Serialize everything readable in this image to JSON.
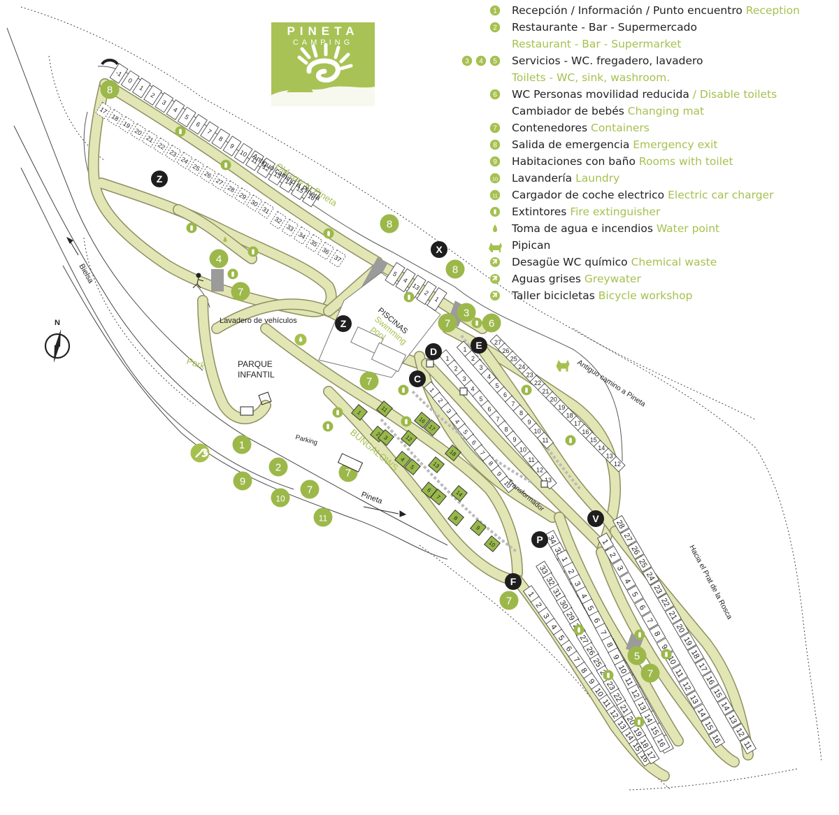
{
  "colors": {
    "accent": "#a6c050",
    "road_fill": "#e2e6b4",
    "road_edge": "#8f8f62",
    "marker_dark": "#1e1e1e",
    "marker_green": "#9cb84a",
    "bungalow": "#98b84a"
  },
  "logo": {
    "word_top": "PINETA",
    "word_bottom": "CAMPING"
  },
  "legend": [
    {
      "badge": "1",
      "es": "Recepción / Información / Punto encuentro",
      "en": "Reception"
    },
    {
      "badge": "2",
      "es": "Restaurante - Bar - Supermercado",
      "en": "Restaurant - Bar - Supermarket"
    },
    {
      "badge": "3 4 5",
      "es": "Servicios - WC. fregadero, lavadero",
      "en": "Toilets - WC, sink, washroom."
    },
    {
      "badge": "6",
      "es": "WC Personas movilidad reducida",
      "en": "/ Disable toilets",
      "es2": "Cambiador de bebés",
      "en2": "Changing mat"
    },
    {
      "badge": "7",
      "es": "Contenedores",
      "en": "Containers"
    },
    {
      "badge": "8",
      "es": "Salida de emergencia",
      "en": "Emergency exit"
    },
    {
      "badge": "9",
      "es": "Habitaciones con baño",
      "en": "Rooms with toilet"
    },
    {
      "badge": "10",
      "es": "Lavandería",
      "en": "Laundry"
    },
    {
      "badge": "11",
      "es": "Cargador de coche electrico",
      "en": "Electric car charger"
    },
    {
      "icon": "fire-extinguisher-icon",
      "es": "Extintores",
      "en": "Fire extinguisher"
    },
    {
      "icon": "water-drop-icon",
      "es": "Toma de agua e incendios",
      "en": "Water point"
    },
    {
      "icon": "dog-icon",
      "es": "Pipican",
      "en": ""
    },
    {
      "icon": "chemical-waste-icon",
      "es": "Desagüe WC químico",
      "en": "Chemical waste"
    },
    {
      "icon": "greywater-icon",
      "es": "Aguas grises",
      "en": "Greywater"
    },
    {
      "icon": "wrench-icon",
      "es": "Taller bicicletas",
      "en": "Bicycle workshop"
    }
  ],
  "labels": {
    "old_way_en": "Old way to Pineta",
    "old_way_es": "Antiguo camino a Pineta",
    "old_way_es_2": "Antiguo camino a Pineta",
    "piscinas": "PISCINAS",
    "swimming": "Swimming",
    "pool": "pool",
    "lavadero": "Lavadero de vehículos",
    "park": "Park",
    "parque": "PARQUE",
    "infantil": "INFANTIL",
    "parking": "Parking",
    "bungalows": "BUNGALOWS",
    "transformador": "Transformador",
    "pineta_road": "Pineta",
    "bielsa": "Bielsa",
    "hacia": "Hacia el Prat de la Rosca",
    "north": "N"
  },
  "zone_markers": [
    "Z",
    "Z",
    "X",
    "D",
    "E",
    "C",
    "V",
    "P",
    "F"
  ],
  "facility_badges": [
    "8",
    "8",
    "8",
    "4",
    "7",
    "3",
    "6",
    "7",
    "7",
    "7",
    "1",
    "9",
    "2",
    "10",
    "7",
    "11",
    "7",
    "5",
    "7"
  ],
  "pitches": {
    "row_a": [
      "-1",
      "0",
      "1",
      "2",
      "3",
      "4",
      "5",
      "6",
      "7",
      "8",
      "9",
      "10",
      "11",
      "12",
      "13",
      "14",
      "15",
      "16"
    ],
    "row_b": [
      "17",
      "18",
      "19",
      "20",
      "21",
      "22",
      "23",
      "24",
      "25",
      "26",
      "27",
      "28",
      "29",
      "30",
      "31"
    ],
    "row_c": [
      "32",
      "33",
      "34",
      "35",
      "36",
      "37"
    ],
    "pool_block": [
      "5",
      "4",
      "13",
      "2",
      "1"
    ],
    "row_e_outer": [
      "27",
      "26",
      "25",
      "24",
      "23",
      "22",
      "21",
      "20",
      "19",
      "18",
      "17",
      "16",
      "15",
      "14",
      "13",
      "12"
    ],
    "row_e_inner": [
      "1",
      "2",
      "3",
      "4",
      "5",
      "6",
      "7",
      "8",
      "9",
      "10",
      "11"
    ],
    "row_d": [
      "1",
      "2",
      "3",
      "4",
      "5",
      "6",
      "7",
      "8",
      "9",
      "10",
      "11",
      "12",
      "13"
    ],
    "row_c2": [
      "1",
      "2",
      "3",
      "4",
      "5",
      "6",
      "7",
      "8",
      "9",
      "10"
    ],
    "bungalows": [
      "1",
      "11",
      "2",
      "3",
      "12",
      "16",
      "17",
      "4",
      "5",
      "13",
      "18",
      "6",
      "7",
      "14",
      "8",
      "9",
      "10"
    ],
    "row_v_left": [
      "34",
      "33",
      "32",
      "31",
      "30",
      "29",
      "28",
      "27",
      "26",
      "25",
      "24",
      "23",
      "22",
      "21",
      "20",
      "19",
      "18",
      "17"
    ],
    "row_v_mid": [
      "1",
      "2",
      "3",
      "4",
      "5",
      "6",
      "7",
      "8",
      "9",
      "10",
      "11",
      "12",
      "13",
      "14",
      "15",
      "16"
    ],
    "row_v_right": [
      "28",
      "27",
      "26",
      "25",
      "24",
      "23",
      "22",
      "21",
      "20",
      "19",
      "18",
      "17",
      "16",
      "15",
      "14",
      "13",
      "12",
      "11"
    ],
    "row_v_inner": [
      "1",
      "2",
      "3",
      "4",
      "5",
      "6",
      "7",
      "8",
      "9",
      "10",
      "11",
      "12",
      "13",
      "14",
      "15",
      "16"
    ],
    "row_f_left": [
      "1",
      "2",
      "3",
      "4",
      "5",
      "6",
      "7",
      "8",
      "9",
      "10",
      "11",
      "12",
      "13",
      "14",
      "15",
      "16"
    ],
    "row_f_right": [
      "33",
      "32",
      "31",
      "30",
      "29",
      "28",
      "27",
      "26",
      "25",
      "24",
      "23",
      "22",
      "21",
      "20",
      "19",
      "18",
      "17"
    ]
  }
}
